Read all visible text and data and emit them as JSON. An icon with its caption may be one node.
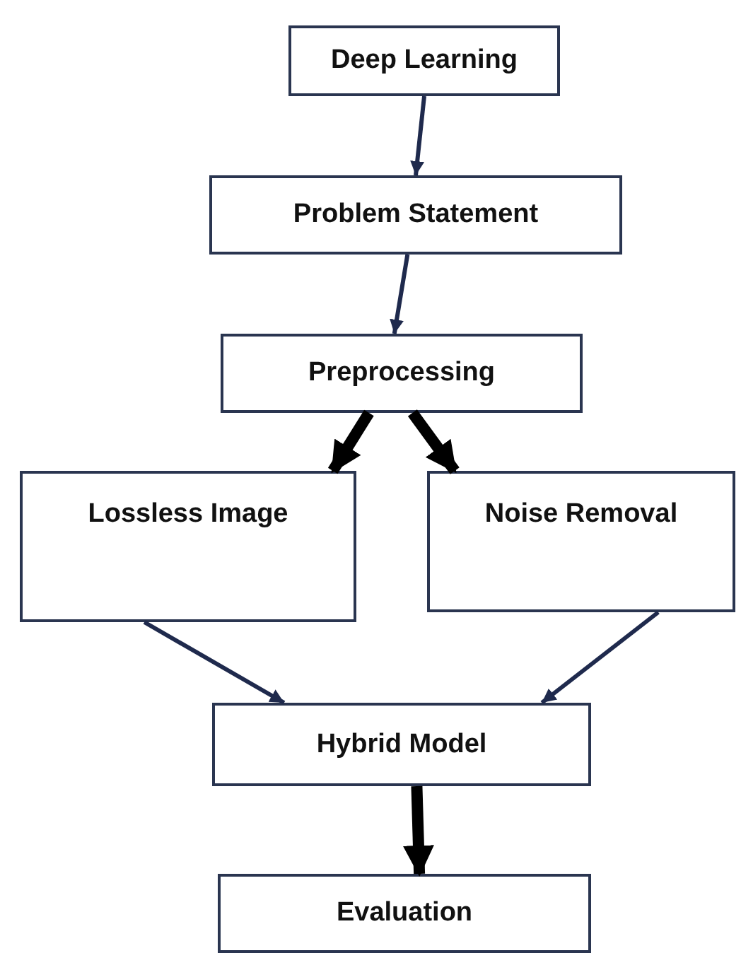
{
  "diagram": {
    "nodes": [
      {
        "text": [
          "Deep Learning"
        ]
      },
      {
        "text": [
          "Problem Statement"
        ]
      },
      {
        "text": [
          "Preprocessing"
        ]
      },
      {
        "text": [
          "Lossless Image"
        ]
      },
      {
        "text": [
          "Noise Removal"
        ]
      },
      {
        "text": [
          "Hybrid Model"
        ]
      },
      {
        "text": [
          "Evaluation"
        ]
      }
    ],
    "edges": [
      {
        "from": 0,
        "to": 1,
        "arrow": "to"
      },
      {
        "from": 1,
        "to": 2,
        "arrow": "to"
      },
      {
        "from": 2,
        "to": 3,
        "arrow": "to",
        "style": "thick",
        "color": "#000000"
      },
      {
        "from": 2,
        "to": 4,
        "arrow": "to",
        "style": "thick",
        "color": "#000000"
      },
      {
        "from": 3,
        "to": 5,
        "arrow": "to"
      },
      {
        "from": 4,
        "to": 5,
        "arrow": "to"
      },
      {
        "from": 5,
        "to": 6,
        "arrow": "to",
        "style": "thick",
        "color": "#000000"
      }
    ]
  }
}
